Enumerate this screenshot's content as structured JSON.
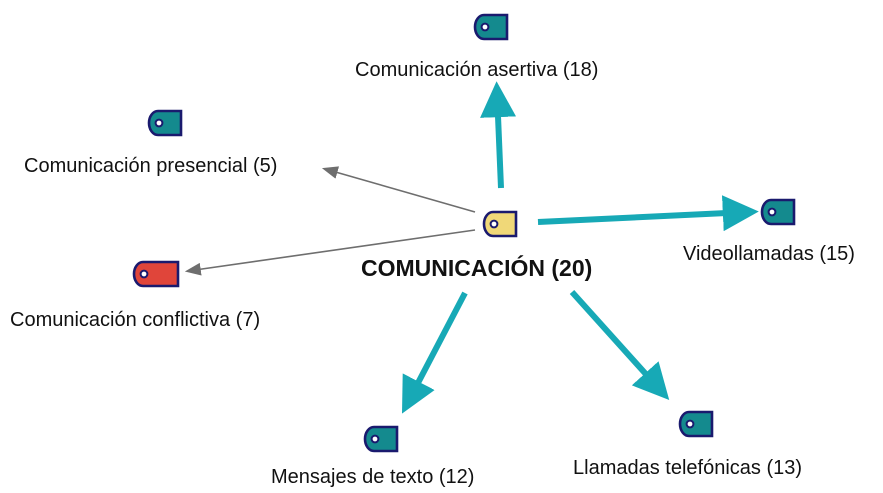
{
  "diagram": {
    "center": {
      "label": "COMUNICACIÓN (20)",
      "color": "#f0d878"
    },
    "nodes": [
      {
        "id": "asertiva",
        "label": "Comunicación asertiva (18)",
        "color": "#148a8e"
      },
      {
        "id": "presencial",
        "label": "Comunicación presencial (5)",
        "color": "#148a8e"
      },
      {
        "id": "videollamadas",
        "label": "Videollamadas (15)",
        "color": "#148a8e"
      },
      {
        "id": "conflictiva",
        "label": "Comunicación conflictiva (7)",
        "color": "#e0453a"
      },
      {
        "id": "mensajes",
        "label": "Mensajes de texto (12)",
        "color": "#148a8e"
      },
      {
        "id": "llamadas",
        "label": "Llamadas telefónicas (13)",
        "color": "#148a8e"
      }
    ],
    "colors": {
      "outline": "#1a1a6e",
      "arrow_strong": "#17a9b6",
      "arrow_weak": "#6e6e6e"
    }
  }
}
